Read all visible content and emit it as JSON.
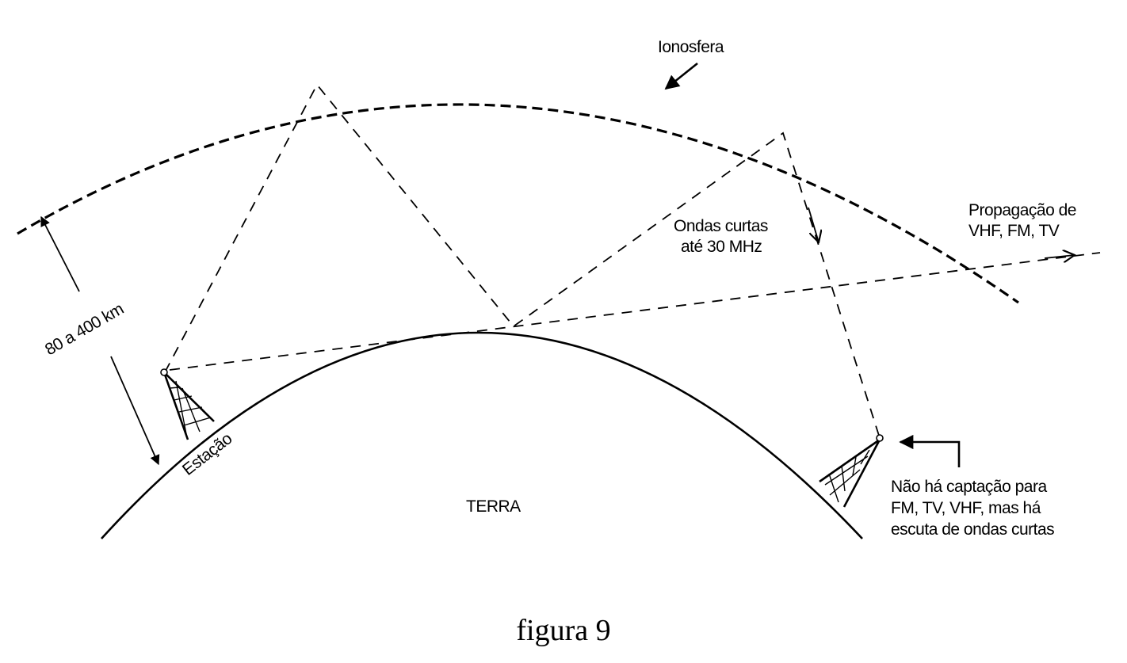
{
  "labels": {
    "ionosphere": "Ionosfera",
    "altitude": "80 a 400 km",
    "short_waves_line1": "Ondas curtas",
    "short_waves_line2": "até 30 MHz",
    "vhf_line1": "Propagação de",
    "vhf_line2": "VHF, FM, TV",
    "station": "Estação",
    "earth": "TERRA",
    "receiver_note_line1": "Não há captação para",
    "receiver_note_line2": "FM, TV, VHF, mas há",
    "receiver_note_line3": "escuta de ondas curtas"
  },
  "caption": "figura 9"
}
